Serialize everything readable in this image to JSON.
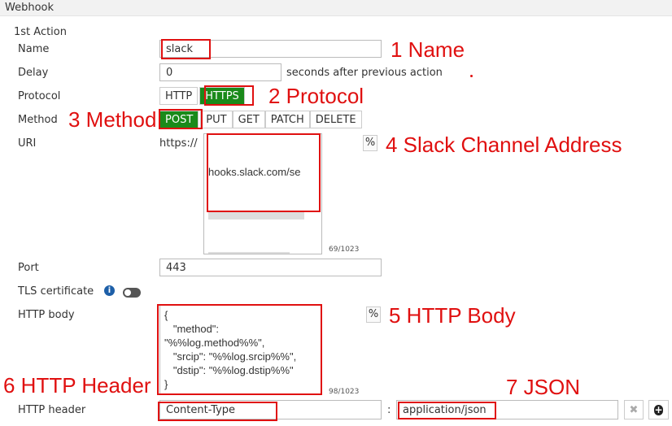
{
  "header": {
    "title": "Webhook"
  },
  "section": "1st Action",
  "labels": {
    "name": "Name",
    "delay": "Delay",
    "protocol": "Protocol",
    "method": "Method",
    "uri": "URI",
    "port": "Port",
    "tls": "TLS certificate",
    "body": "HTTP body",
    "header": "HTTP header"
  },
  "fields": {
    "name": "slack",
    "delay": "0",
    "delay_suffix": "seconds after previous action",
    "uri_prefix": "https://",
    "uri": "hooks.slack.com/se",
    "uri_count": "69/1023",
    "port": "443",
    "body": "{\n   \"method\":\n\"%%log.method%%\",\n   \"srcip\": \"%%log.srcip%%\",\n   \"dstip\": \"%%log.dstip%%\"\n}",
    "body_count": "98/1023",
    "header_name": "Content-Type",
    "header_sep": ":",
    "header_value": "application/json",
    "pct": "%"
  },
  "protocol": [
    {
      "label": "HTTP",
      "active": false
    },
    {
      "label": "HTTPS",
      "active": true
    }
  ],
  "methods": [
    {
      "label": "POST",
      "active": true
    },
    {
      "label": "PUT"
    },
    {
      "label": "GET"
    },
    {
      "label": "PATCH"
    },
    {
      "label": "DELETE"
    }
  ],
  "annotations": {
    "a1": "1 Name",
    "a2": "2 Protocol",
    "a3": "3 Method",
    "a4": "4 Slack Channel Address",
    "a5": "5 HTTP Body",
    "a6": "6 HTTP Header",
    "a7": "7 JSON"
  },
  "colors": {
    "accent": "#1a8a1a",
    "annotation": "#e01010"
  }
}
